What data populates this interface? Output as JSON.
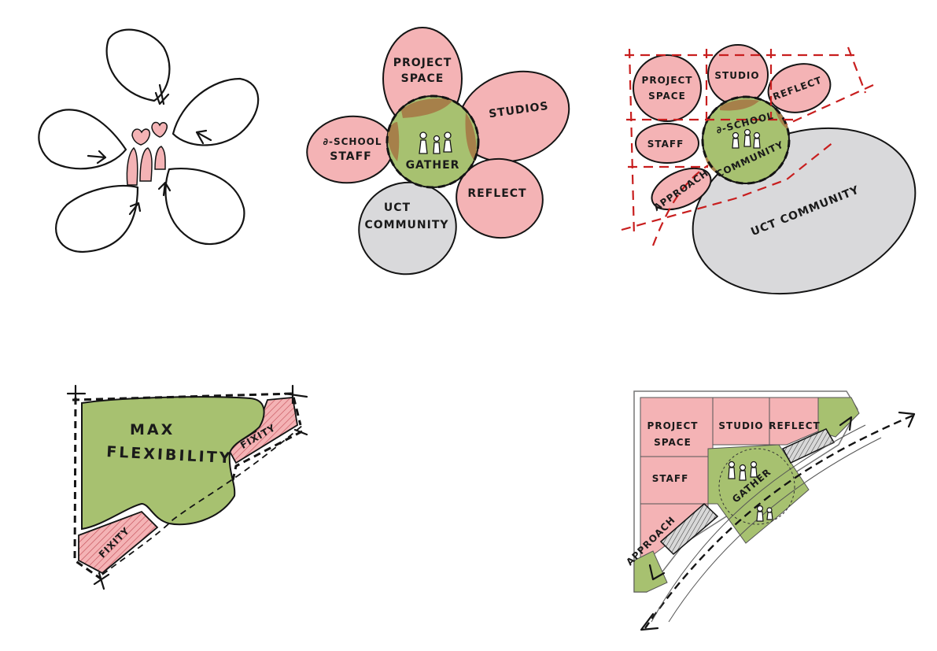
{
  "colors": {
    "pink": "#f4b3b5",
    "green": "#a7c170",
    "brown": "#a6804a",
    "grey": "#d9d9db",
    "red_grid": "#c81e1e",
    "ink": "#141414"
  },
  "sketch2": {
    "project_space_1": "PROJECT",
    "project_space_2": "SPACE",
    "studios": "STUDIOS",
    "staff_1": "∂-SCHOOL",
    "staff_2": "STAFF",
    "gather": "GATHER",
    "reflect": "REFLECT",
    "community_1": "UCT",
    "community_2": "COMMUNITY"
  },
  "sketch3": {
    "project_space_1": "PROJECT",
    "project_space_2": "SPACE",
    "studio": "STUDIO",
    "reflect": "REFLECT",
    "staff": "STAFF",
    "approach": "APPROACH",
    "d_school": "∂-SCHOOL",
    "community": "COMMUNITY",
    "uct_community": "UCT COMMUNITY"
  },
  "sketch4": {
    "max_1": "MAX",
    "max_2": "FLEXIBILITY",
    "fixity_upper": "FIXITY",
    "fixity_lower": "FIXITY"
  },
  "sketch5": {
    "project_space_1": "PROJECT",
    "project_space_2": "SPACE",
    "studio": "STUDIO",
    "reflect": "REFLECT",
    "staff": "STAFF",
    "gather": "GATHER",
    "approach": "APPROACH"
  }
}
